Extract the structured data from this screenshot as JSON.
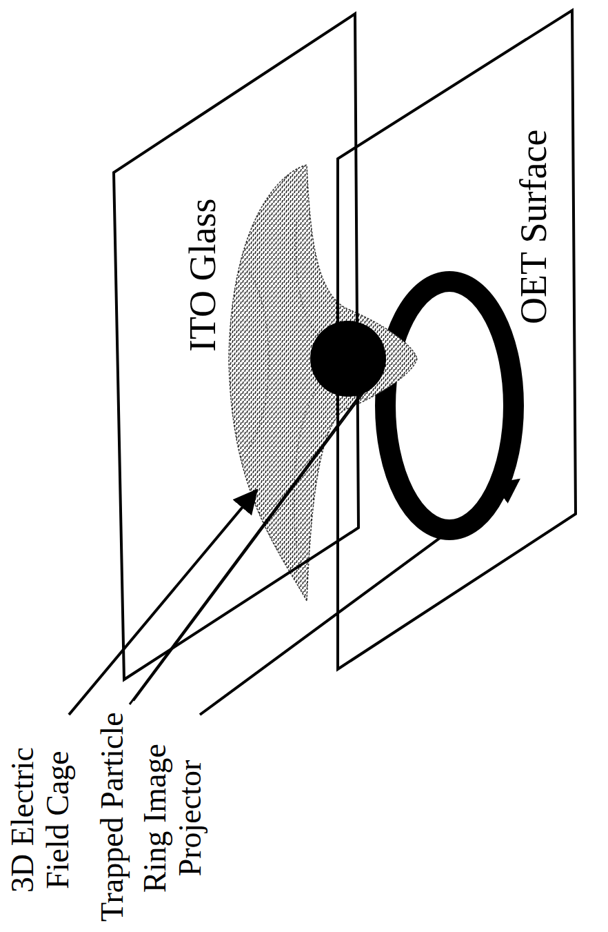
{
  "diagram": {
    "nodes": [
      {
        "text": [
          "ITO Glass"
        ]
      },
      {
        "text": [
          "OET Surface"
        ]
      }
    ],
    "labels": [
      "3D Electric Field Cage",
      "Trapped Particle",
      "Ring Image Projector"
    ]
  }
}
